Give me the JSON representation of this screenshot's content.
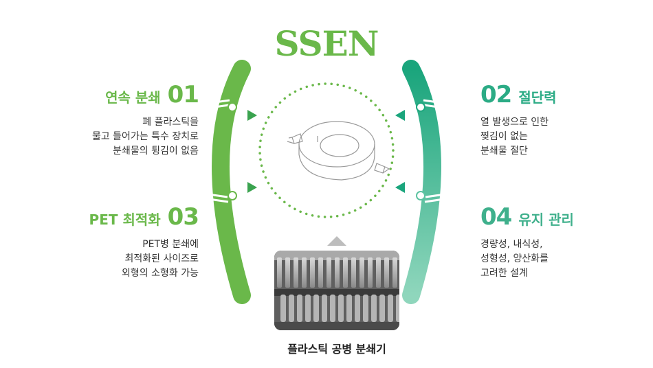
{
  "brand": "SSEN",
  "features": [
    {
      "id": "f1",
      "title": "연속 분쇄",
      "number": "01",
      "desc": [
        "폐 플라스틱을",
        "물고 들어가는 특수 장치로",
        "분쇄물의 튕김이 없음"
      ]
    },
    {
      "id": "f2",
      "title": "절단력",
      "number": "02",
      "desc": [
        "열 발생으로 인한",
        "찢김이 없는",
        "분쇄물 절단"
      ]
    },
    {
      "id": "f3",
      "title": "PET 최적화",
      "number": "03",
      "desc": [
        "PET병 분쇄에",
        "최적화된 사이즈로",
        "외형의 소형화 가능"
      ]
    },
    {
      "id": "f4",
      "title": "유지 관리",
      "number": "04",
      "desc": [
        "경량성, 내식성,",
        "성형성, 양산화를",
        "고려한 설계"
      ]
    }
  ],
  "caption": "플라스틱 공병 분쇄기",
  "colors": {
    "left_arc": "#6ab84a",
    "right_arc_top": "#1aa57c",
    "right_arc_bottom": "#8fd6bc",
    "dots": "#6ab84a",
    "triangle": "#2bab85"
  }
}
